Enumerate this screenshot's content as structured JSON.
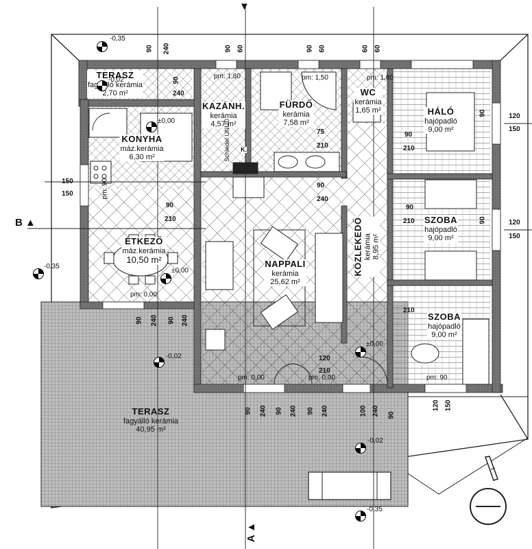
{
  "rooms": [
    {
      "key": "terasz_small",
      "name": "TERASZ",
      "material": "fagyálló kerámia",
      "area": "2,70 m²"
    },
    {
      "key": "konyha",
      "name": "KONYHA",
      "material": "máz.kerámia",
      "area": "6,30 m²"
    },
    {
      "key": "etkezo",
      "name": "ÉTKEZŐ",
      "material": "máz.kerámia",
      "area": "10,50 m²"
    },
    {
      "key": "kazanh",
      "name": "KAZÁNH.",
      "material": "kerámia",
      "area": "4,57 m²"
    },
    {
      "key": "furdo",
      "name": "FÜRDŐ",
      "material": "kerámia",
      "area": "7,58 m²"
    },
    {
      "key": "wc",
      "name": "WC",
      "material": "kerámia",
      "area": "1,65 m²"
    },
    {
      "key": "halo",
      "name": "HÁLÓ",
      "material": "hajópadló",
      "area": "9,00 m²"
    },
    {
      "key": "szoba1",
      "name": "SZOBA",
      "material": "hajópadló",
      "area": "9,00 m²"
    },
    {
      "key": "szoba2",
      "name": "SZOBA",
      "material": "hajópadló",
      "area": "9,00 m²"
    },
    {
      "key": "nappali",
      "name": "NAPPALI",
      "material": "kerámia",
      "area": "25,62 m²"
    },
    {
      "key": "kozlekedo",
      "name": "KÖZLEKEDŐ",
      "material": "kerámia",
      "area": "8,95 m²"
    },
    {
      "key": "terasz_big",
      "name": "TERASZ",
      "material": "fagyálló kerámia",
      "area": "40,95 m²"
    }
  ],
  "levels": {
    "l1": "-0,35",
    "l2": "-0,02",
    "l3": "±0,00",
    "l4": "±0,00",
    "l5": "-0,35",
    "l6": "-0,02",
    "l7": "±0,00",
    "l8": "-0,02",
    "l9": "-0,35",
    "pm1": "pm: 1,80",
    "pm2": "pm: 1,50",
    "pm3": "pm: 1,80",
    "pm4": "pm: 0,00",
    "pm5": "pm: 0,00",
    "pm6": "pm: 0,00",
    "pm7": "pm: 90",
    "pm8": "pm: 90"
  },
  "dims": {
    "d90": "90",
    "d240": "240",
    "d60": "60",
    "d120": "120",
    "d150": "150",
    "d75": "75",
    "d210": "210",
    "d100": "100"
  },
  "labels": {
    "section_b": "B",
    "section_a": "A",
    "chimney_k": "K.",
    "schiedel": "Schiedel UNI20"
  },
  "colors": {
    "line": "#111111",
    "hatch": "#555555",
    "wall": "#555555"
  }
}
